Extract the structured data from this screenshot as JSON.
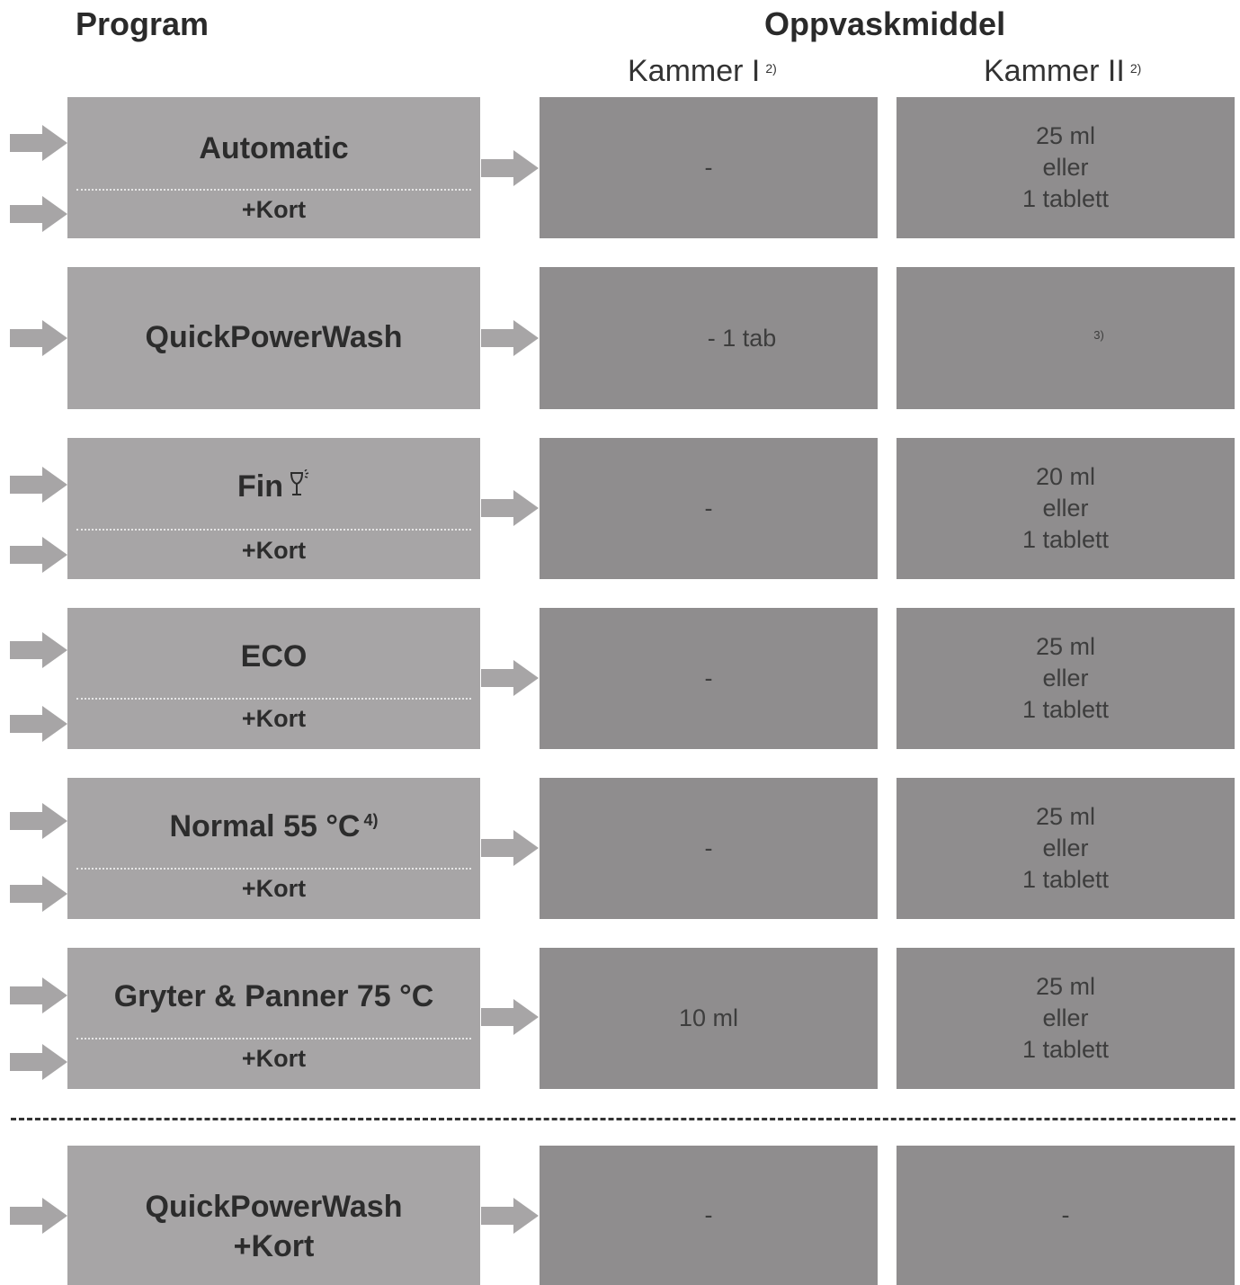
{
  "header": {
    "program": "Program",
    "detergent": "Oppvaskmiddel",
    "chamber1": "Kammer I",
    "chamber1_note": "2)",
    "chamber2": "Kammer II",
    "chamber2_note": "2)"
  },
  "rows": [
    {
      "name": "Automatic",
      "kort": "+Kort",
      "k1": "-",
      "k2": [
        "25 ml",
        "eller",
        "1 tablett"
      ]
    },
    {
      "name": "QuickPowerWash",
      "k1": "- 1 tab",
      "k2_note": "3)"
    },
    {
      "name": "Fin",
      "icon": "wine-glass-icon",
      "kort": "+Kort",
      "k1": "-",
      "k2": [
        "20 ml",
        "eller",
        "1 tablett"
      ]
    },
    {
      "name": "ECO",
      "kort": "+Kort",
      "k1": "-",
      "k2": [
        "25 ml",
        "eller",
        "1 tablett"
      ]
    },
    {
      "name": "Normal 55 °C",
      "name_note": "4)",
      "kort": "+Kort",
      "k1": "-",
      "k2": [
        "25 ml",
        "eller",
        "1 tablett"
      ]
    },
    {
      "name": "Gryter & Panner 75 °C",
      "kort": "+Kort",
      "k1": "10 ml",
      "k2": [
        "25 ml",
        "eller",
        "1 tablett"
      ]
    },
    {
      "name": "QuickPowerWash",
      "name2": "+Kort",
      "k1": "-",
      "k2": "-"
    }
  ],
  "colors": {
    "program_box": "#a7a5a6",
    "detergent_box": "#8f8d8e",
    "arrow": "#a7a5a6",
    "text": "#2c2c2c"
  }
}
